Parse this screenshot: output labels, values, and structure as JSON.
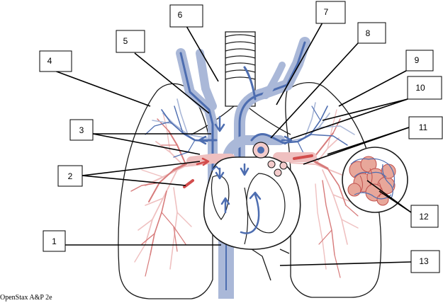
{
  "labels": [
    "1",
    "2",
    "3",
    "4",
    "5",
    "6",
    "7",
    "8",
    "9",
    "10",
    "11",
    "12",
    "13"
  ],
  "credit": "OpenStax A&P 2e",
  "colors": {
    "deoxygenated": "#4d6db0",
    "deoxygenated_light": "#aab8d8",
    "oxygenated": "#d77b7b",
    "oxygenated_light": "#efc0c0",
    "outline": "#1a1a1a"
  }
}
